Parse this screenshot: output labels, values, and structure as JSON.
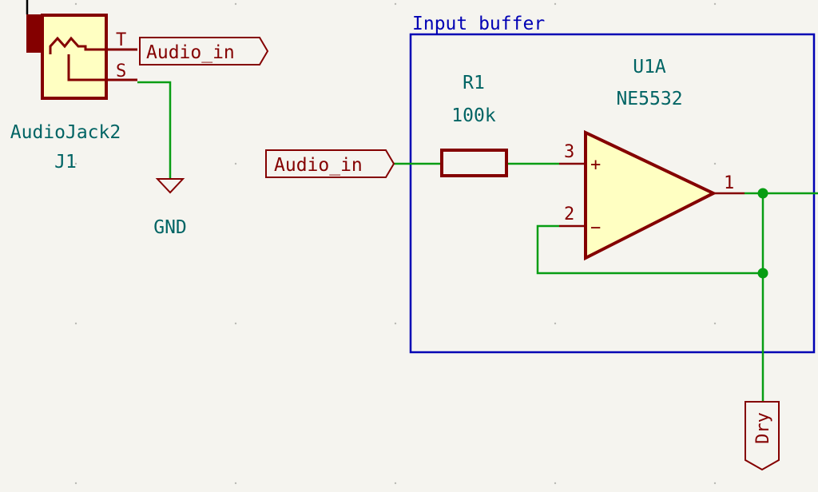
{
  "colors": {
    "background": "#f5f4ef",
    "grid": "#b9b9b4",
    "wire": "#079d13",
    "component": "#840000",
    "component_fill": "#ffffc2",
    "text": "#006464",
    "sheet_box": "#0000b4"
  },
  "sheet": {
    "title": "Input buffer"
  },
  "jack": {
    "value": "AudioJack2",
    "reference": "J1",
    "pin_tip": "T",
    "pin_sleeve": "S"
  },
  "power": {
    "gnd_label": "GND"
  },
  "labels": {
    "jack_out": "Audio_in",
    "buffer_in": "Audio_in",
    "dry_out": "Dry"
  },
  "resistor": {
    "reference": "R1",
    "value": "100k"
  },
  "opamp": {
    "reference": "U1A",
    "value": "NE5532",
    "pin_noninv": "3",
    "pin_inv": "2",
    "pin_out": "1",
    "plus_sign": "+",
    "minus_sign": "−"
  }
}
